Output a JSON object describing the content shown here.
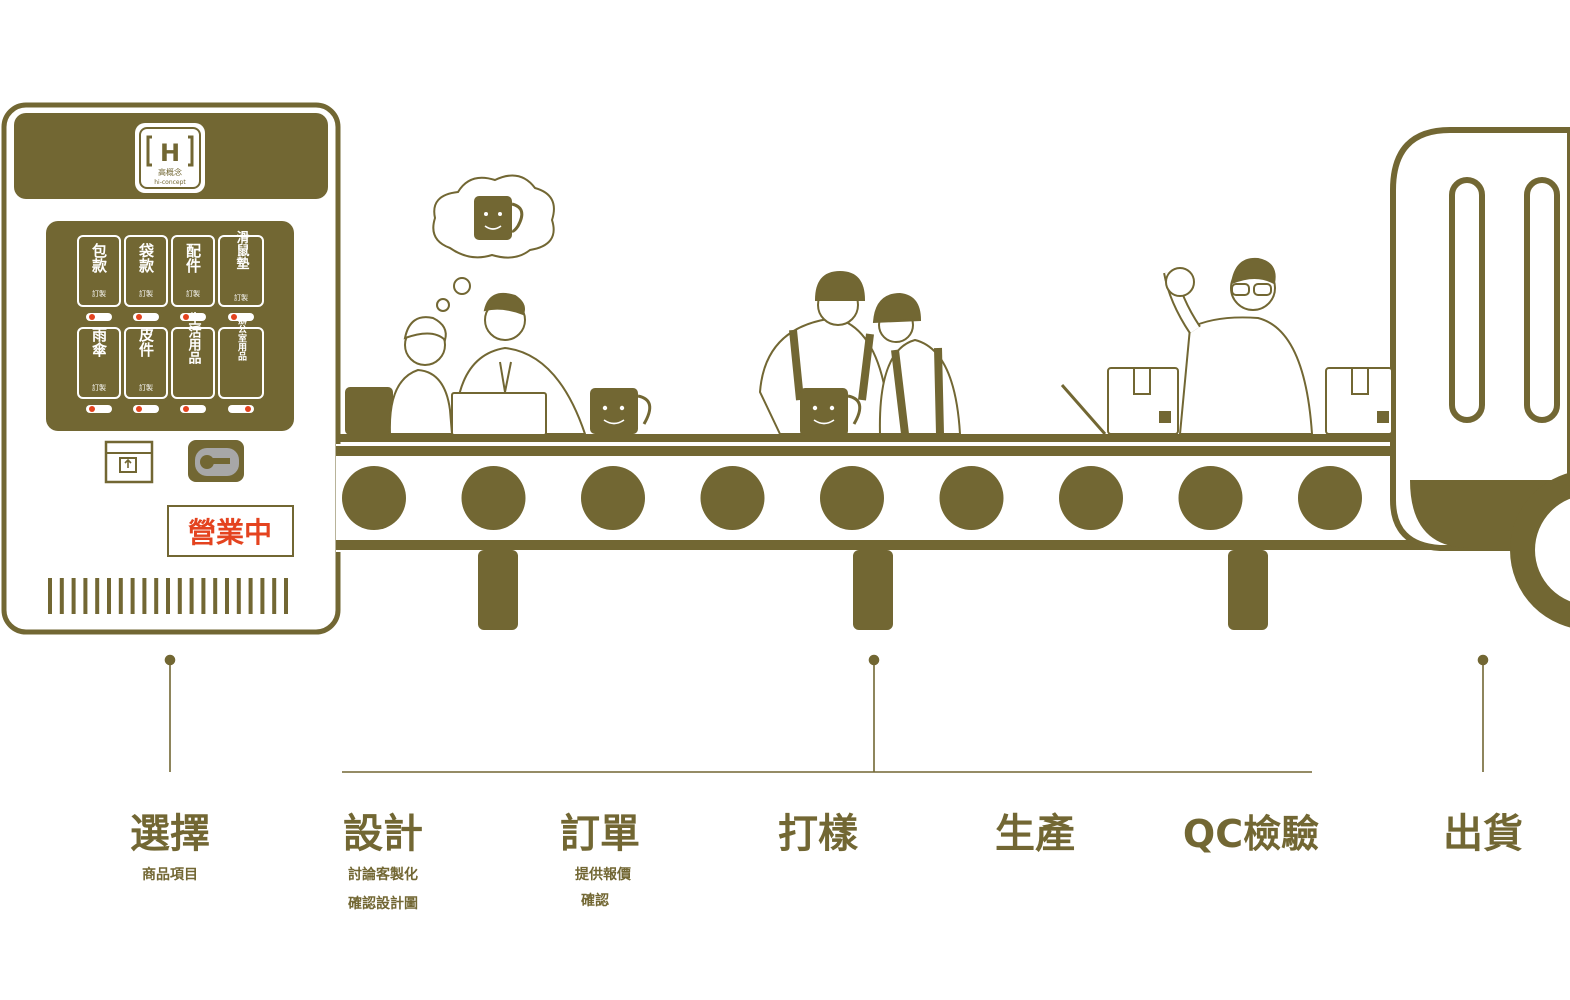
{
  "colors": {
    "olive": "#726733",
    "olive_dark": "#5e5428",
    "accent_red": "#e4431f",
    "line": "#726733",
    "panel_text": "#ffffff",
    "background": "#ffffff"
  },
  "vending": {
    "logo_letter": "H",
    "logo_name": "高概念",
    "logo_sub": "hi-concept",
    "buttons_top": [
      {
        "main": "包款",
        "sub": "訂製"
      },
      {
        "main": "袋款",
        "sub": "訂製"
      },
      {
        "main": "配件",
        "sub": "訂製"
      },
      {
        "main": "滑鼠墊",
        "sub": "訂製"
      }
    ],
    "buttons_bottom": [
      {
        "main": "雨傘",
        "sub": "訂製"
      },
      {
        "main": "皮件",
        "sub": "訂製"
      },
      {
        "main": "生活用品",
        "sub": ""
      },
      {
        "main": "辦公室用品",
        "sub": ""
      }
    ],
    "status_sign": "營業中"
  },
  "steps": [
    {
      "title": "選擇",
      "subs": [
        "商品項目"
      ]
    },
    {
      "title": "設計",
      "subs": [
        "討論客製化",
        "確認設計圖"
      ]
    },
    {
      "title": "訂單",
      "subs": [
        "提供報價",
        "確認"
      ]
    },
    {
      "title": "打樣",
      "subs": []
    },
    {
      "title": "生產",
      "subs": []
    },
    {
      "title": "QC檢驗",
      "subs": []
    },
    {
      "title": "出貨",
      "subs": []
    }
  ],
  "icons": [
    "logo-h-icon",
    "box-slot-icon",
    "coin-slot-icon",
    "mug-icon",
    "box-icon",
    "truck-icon",
    "thought-cloud-icon"
  ]
}
